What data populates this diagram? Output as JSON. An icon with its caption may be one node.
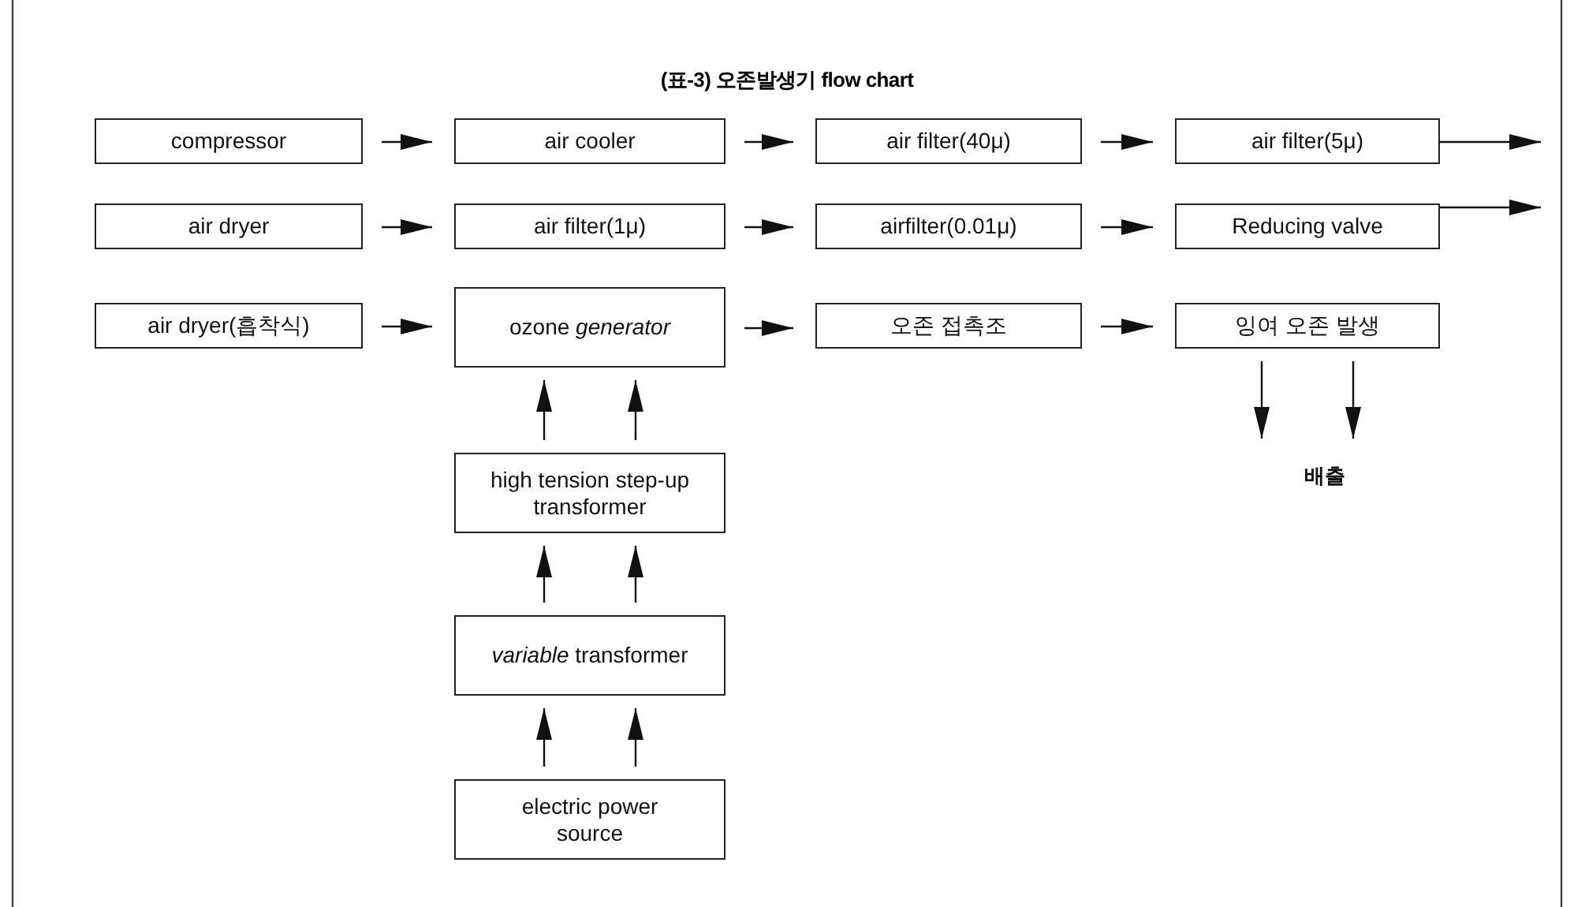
{
  "diagram": {
    "title": "(표-3) 오존발생기 flow chart",
    "nodes": [
      {
        "text": [
          "compressor"
        ]
      },
      {
        "text": [
          "air cooler"
        ]
      },
      {
        "text": [
          "air filter(40μ)"
        ]
      },
      {
        "text": [
          "air filter(5μ)"
        ]
      },
      {
        "text": [
          "air dryer"
        ]
      },
      {
        "text": [
          "air filter(1μ)"
        ]
      },
      {
        "text": [
          "airfilter(0.01μ)"
        ]
      },
      {
        "text": [
          "Reducing valve"
        ]
      },
      {
        "text": [
          "air dryer(흡착식)"
        ]
      },
      {
        "text": [
          "ozone *generator*"
        ]
      },
      {
        "text": [
          "오존 접촉조"
        ]
      },
      {
        "text": [
          "잉여 오존 발생"
        ]
      },
      {
        "text": [
          "high tension step-up transformer"
        ]
      },
      {
        "text": [
          "*variable* transformer"
        ]
      },
      {
        "text": [
          "electric power source"
        ]
      },
      {
        "text": [
          "배출"
        ]
      }
    ],
    "edges": [
      {
        "from": 0,
        "to": 1,
        "arrow": "to"
      },
      {
        "from": 1,
        "to": 2,
        "arrow": "to"
      },
      {
        "from": 2,
        "to": 3,
        "arrow": "to"
      },
      {
        "from": 3,
        "to": null,
        "arrow": "to"
      },
      {
        "from": 4,
        "to": 5,
        "arrow": "to"
      },
      {
        "from": 5,
        "to": 6,
        "arrow": "to"
      },
      {
        "from": 6,
        "to": 7,
        "arrow": "to"
      },
      {
        "from": 7,
        "to": null,
        "arrow": "to"
      },
      {
        "from": 8,
        "to": 9,
        "arrow": "to"
      },
      {
        "from": 9,
        "to": 10,
        "arrow": "to"
      },
      {
        "from": 10,
        "to": 11,
        "arrow": "to"
      },
      {
        "from": 11,
        "to": 15,
        "arrow": "to"
      },
      {
        "from": 11,
        "to": 15,
        "arrow": "to"
      },
      {
        "from": 12,
        "to": 9,
        "arrow": "to"
      },
      {
        "from": 12,
        "to": 9,
        "arrow": "to"
      },
      {
        "from": 13,
        "to": 12,
        "arrow": "to"
      },
      {
        "from": 13,
        "to": 12,
        "arrow": "to"
      },
      {
        "from": 14,
        "to": 13,
        "arrow": "to"
      },
      {
        "from": 14,
        "to": 13,
        "arrow": "to"
      }
    ]
  }
}
